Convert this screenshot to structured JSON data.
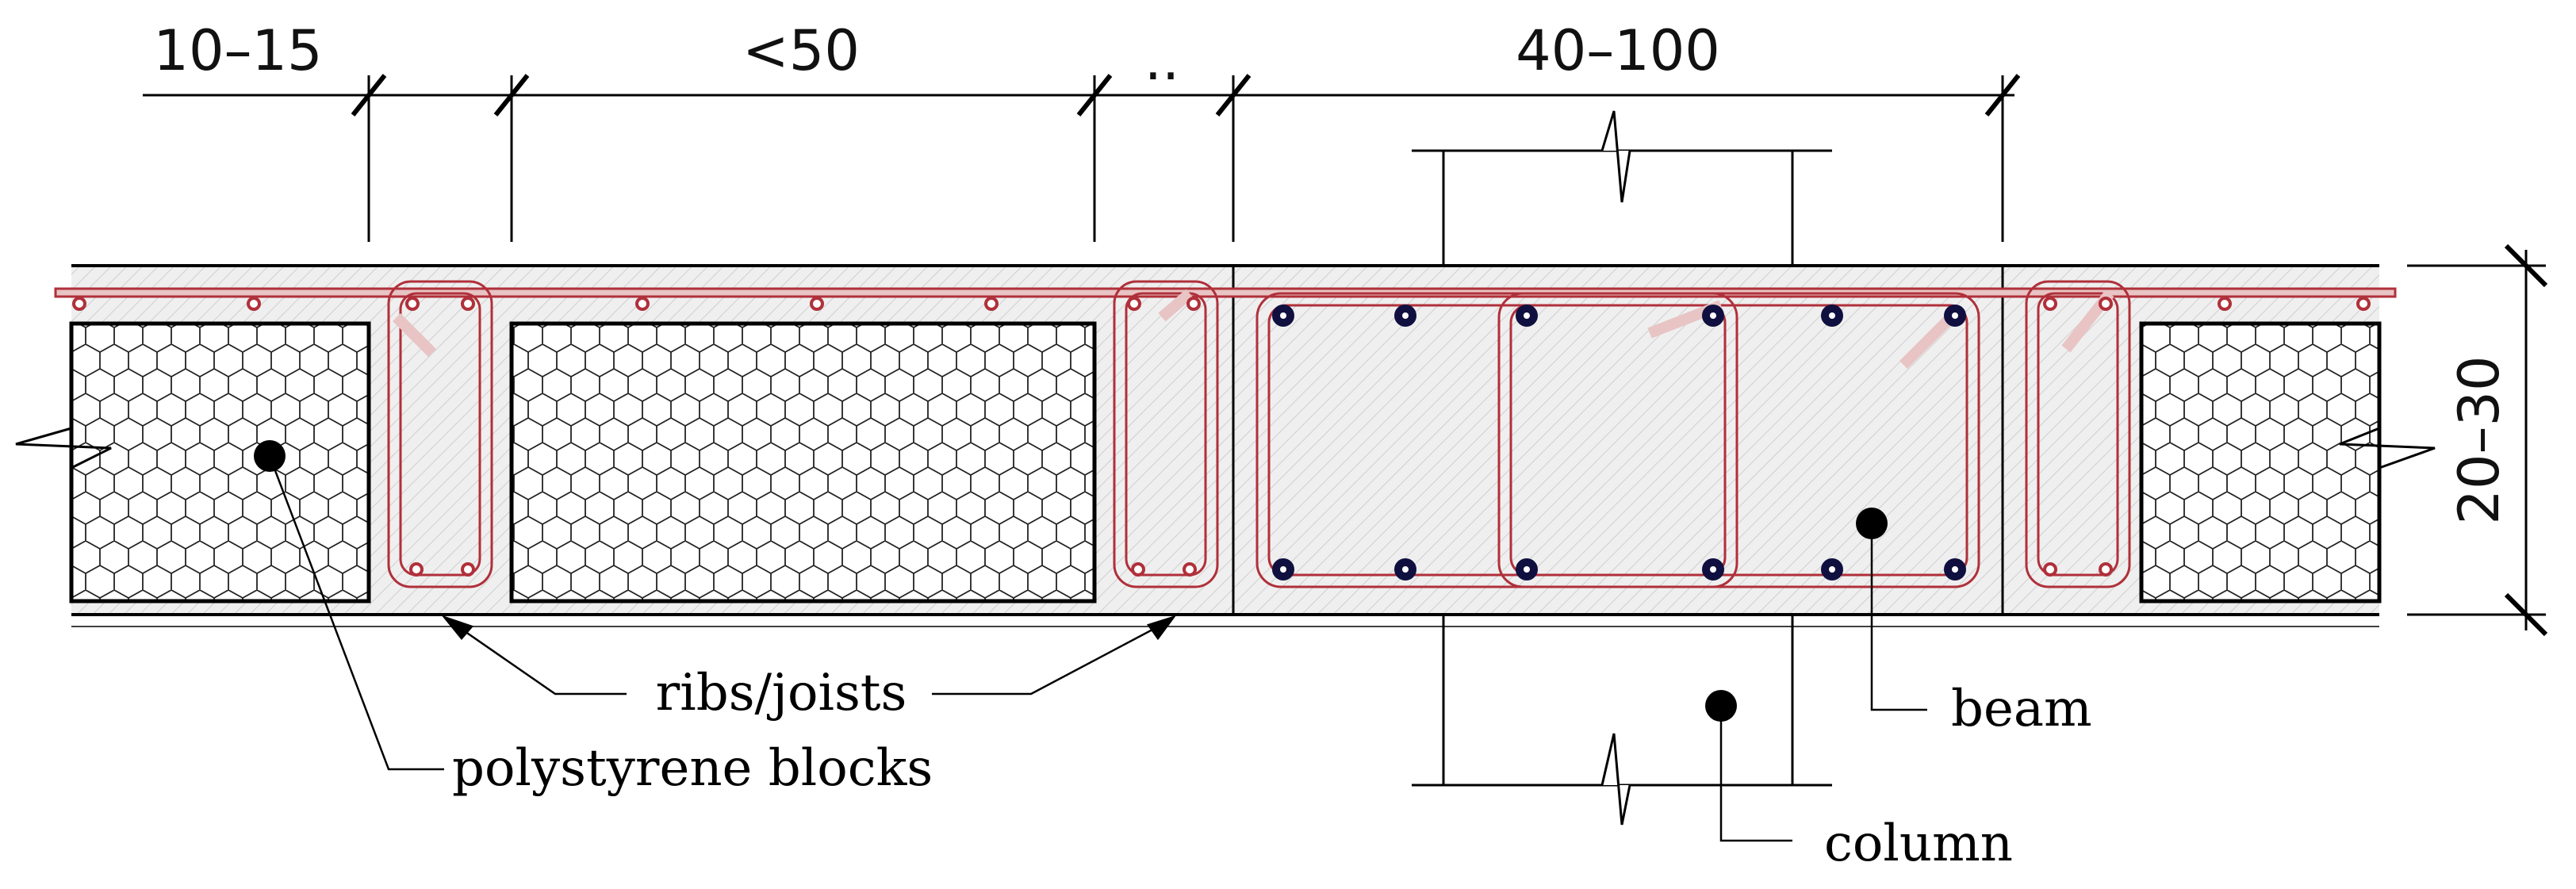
{
  "dimensions": {
    "rib_width": "10–15",
    "block_width": "<50",
    "ellipsis": "..",
    "beam_width": "40–100",
    "slab_depth": "20–30"
  },
  "labels": {
    "ribs": "ribs/joists",
    "polystyrene": "polystyrene blocks",
    "beam": "beam",
    "column": "column"
  },
  "colors": {
    "rebar": "#b0303a",
    "rebar_fill": "#e8c4c4",
    "beam_bar": "#101040",
    "concrete": "#ececec",
    "outline": "#000000"
  }
}
